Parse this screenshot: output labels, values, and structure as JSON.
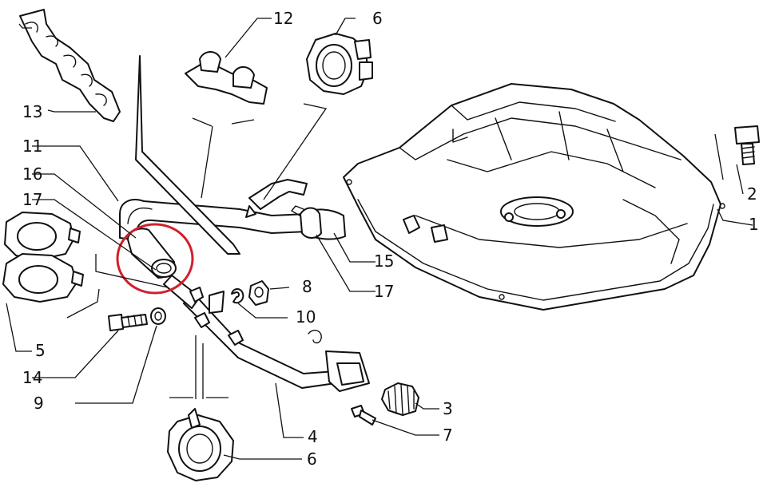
{
  "callouts": {
    "c1": "1",
    "c2": "2",
    "c3": "3",
    "c4": "4",
    "c5": "5",
    "c6_top": "6",
    "c6_bottom": "6",
    "c7": "7",
    "c8": "8",
    "c9": "9",
    "c10": "10",
    "c11": "11",
    "c12": "12",
    "c13": "13",
    "c14": "14",
    "c15": "15",
    "c16": "16",
    "c17_left": "17",
    "c17_right": "17"
  },
  "highlight_color": "#d11f2a",
  "line_color": "#111111"
}
